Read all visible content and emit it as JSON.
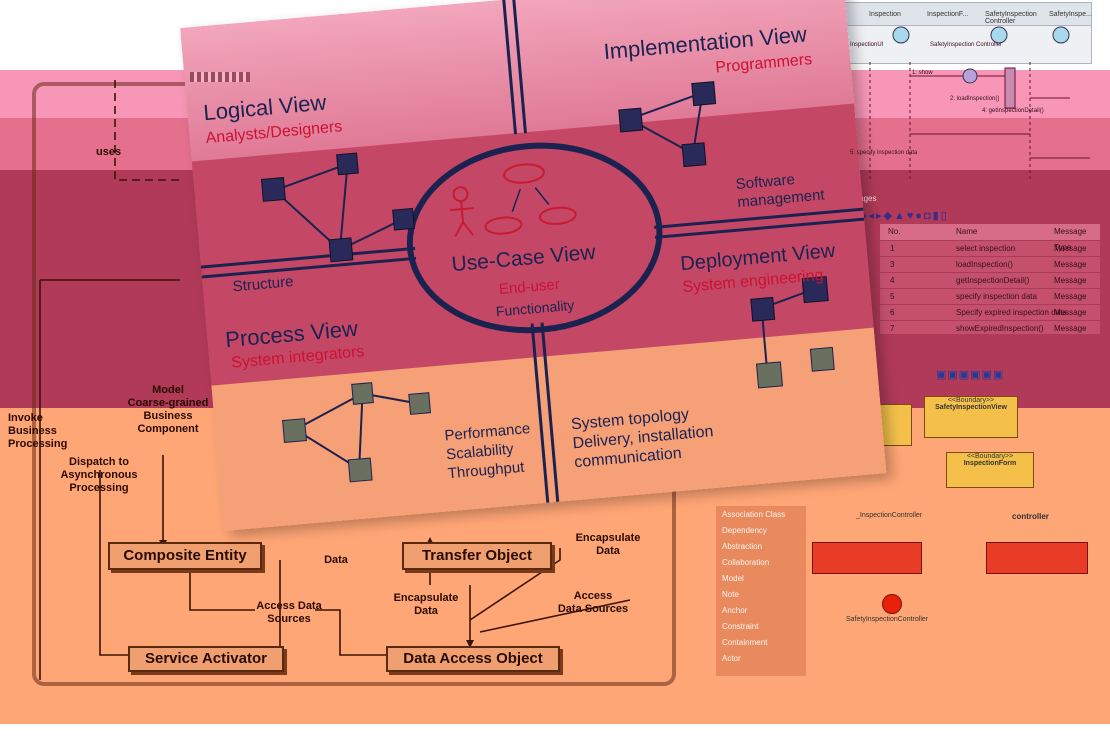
{
  "poster": {
    "logical_view": "Logical View",
    "logical_audience": "Analysts/Designers",
    "implementation_view": "Implementation View",
    "implementation_audience": "Programmers",
    "structure": "Structure",
    "software_management_line1": "Software",
    "software_management_line2": "management",
    "use_case_view": "Use-Case View",
    "use_case_audience": "End-user",
    "use_case_focus": "Functionality",
    "process_view": "Process View",
    "process_audience": "System integrators",
    "deployment_view": "Deployment View",
    "deployment_audience": "System engineering",
    "performance": "Performance",
    "scalability": "Scalability",
    "throughput": "Throughput",
    "system_topology": "System topology",
    "delivery": "Delivery, installation",
    "communication": "communication"
  },
  "architecture": {
    "uses": "uses",
    "invoke_line1": "Invoke",
    "invoke_line2": "Business",
    "invoke_line3": "Processing",
    "model": "Model",
    "coarse_line1": "Coarse-grained",
    "coarse_line2": "Business",
    "coarse_line3": "Component",
    "dispatch_line1": "Dispatch to",
    "dispatch_line2": "Asynchronous",
    "dispatch_line3": "Processing",
    "composite_entity": "Composite Entity",
    "transfer_object": "Transfer Object",
    "service_activator": "Service Activator",
    "data_access_object": "Data Access Object",
    "encapsulate_data_1": "Encapsulate",
    "encapsulate_data_2": "Data",
    "access_data_sources_1": "Access Data",
    "access_data_sources_2": "Sources",
    "access_1": "Access",
    "access_2": "Data Sources"
  },
  "uml_tool": {
    "header_cols": [
      "Inspection",
      "InspectionF...",
      "SafetyInspection Controller",
      "SafetyInspe..."
    ],
    "messages_tab": "Messages",
    "table_headers": [
      "No.",
      "Name",
      "Message Type"
    ],
    "rows": [
      {
        "no": "1",
        "name": "select inspection",
        "type": "Message"
      },
      {
        "no": "3",
        "name": "loadInspection()",
        "type": "Message"
      },
      {
        "no": "4",
        "name": "getInspectionDetail()",
        "type": "Message"
      },
      {
        "no": "5",
        "name": "specify inspection data",
        "type": "Message"
      },
      {
        "no": "6",
        "name": "Specify expired inspection data",
        "type": "Message"
      },
      {
        "no": "7",
        "name": "showExpiredInspection()",
        "type": "Message"
      }
    ],
    "palette": [
      "Association Class",
      "Dependency",
      "Abstraction",
      "Collaboration",
      "Model",
      "Note",
      "Anchor",
      "Constraint",
      "Containment",
      "Actor"
    ],
    "class_boundary": "<<Boundary>>",
    "class_safety_view": "SafetyInspectionView",
    "class_inspection_form": "InspectionForm",
    "controller_label": "_InspectionController",
    "controller_right": "controller",
    "safety_controller": "SafetyInspectionController",
    "sequence_labels": [
      "InspectionUI",
      "SafetyInspection Controller",
      "1: show",
      "2: loadInspection()",
      "4: getInspectionDetail()",
      "5: specify inspection data"
    ]
  },
  "colors": {
    "top_band": "#ff9ec0",
    "upper_band": "#ee7898",
    "middle_band": "#b83a5a",
    "lower_band": "#ffa074",
    "poster_top": "#ec8ea8",
    "poster_mid": "#c24a68",
    "poster_bottom": "#f6a27c",
    "accent_red": "#cc1133",
    "line_navy": "#1b2250"
  }
}
